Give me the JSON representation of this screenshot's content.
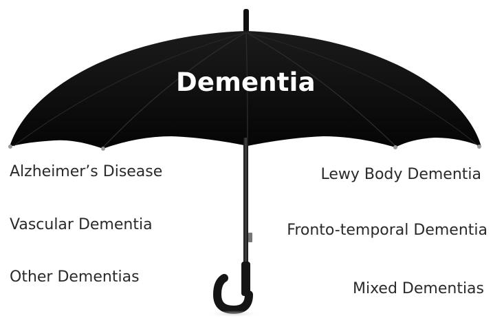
{
  "diagram": {
    "umbrella_label": "Dementia",
    "left_items": [
      {
        "label": "Alzheimer’s Disease"
      },
      {
        "label": "Vascular Dementia"
      },
      {
        "label": "Other Dementias"
      }
    ],
    "right_items": [
      {
        "label": "Lewy Body Dementia"
      },
      {
        "label": "Fronto-temporal Dementia"
      },
      {
        "label": "Mixed Dementias"
      }
    ]
  },
  "colors": {
    "canopy": "#0d0d0d",
    "title_text": "#ffffff",
    "label_text": "#2a2a2a",
    "rib_tip": "#9a9a9a"
  },
  "icons": {
    "umbrella": "umbrella-icon"
  }
}
